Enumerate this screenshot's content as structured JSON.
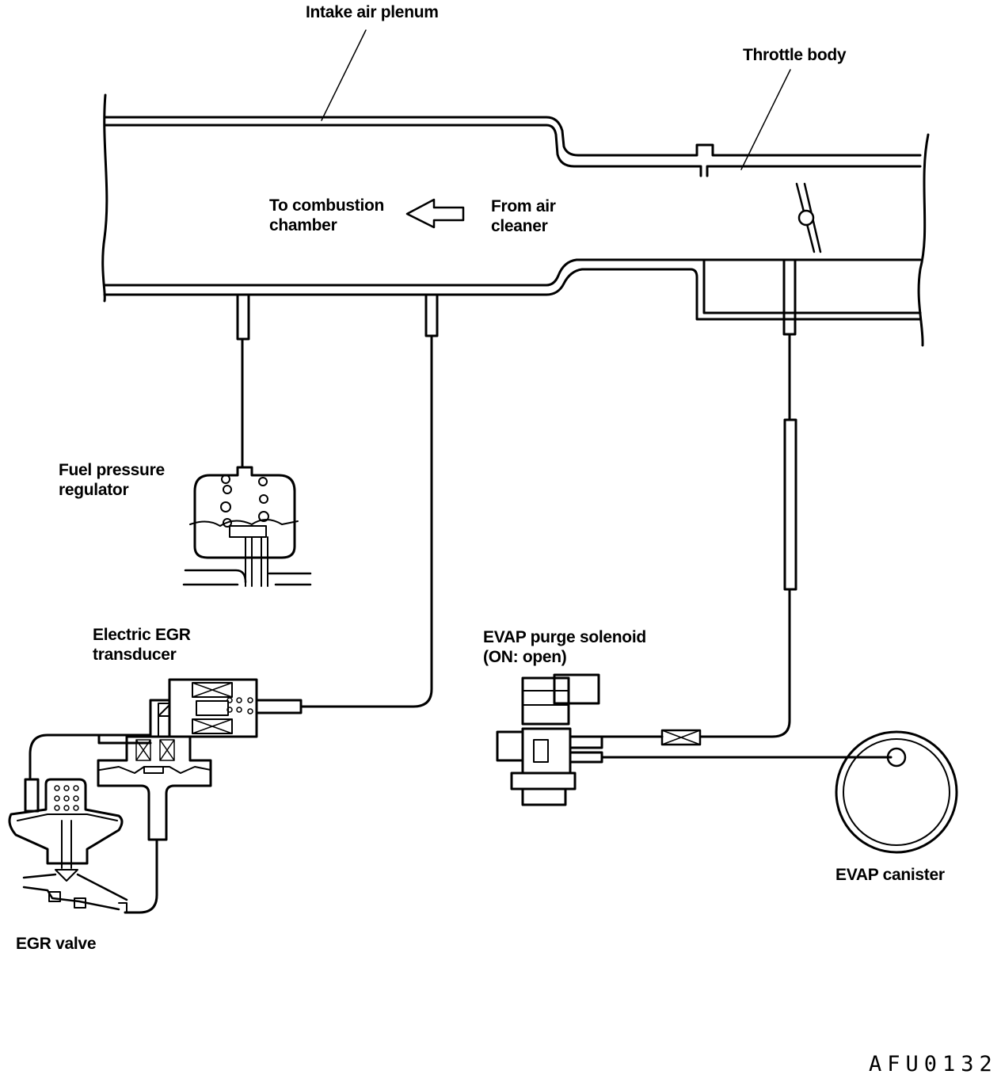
{
  "labels": {
    "intake_plenum": "Intake air plenum",
    "throttle_body": "Throttle body",
    "to_combustion_1": "To combustion",
    "to_combustion_2": "chamber",
    "from_air_1": "From air",
    "from_air_2": "cleaner",
    "fuel_reg_1": "Fuel pressure",
    "fuel_reg_2": "regulator",
    "egr_trans_1": "Electric EGR",
    "egr_trans_2": "transducer",
    "evap_sol_1": "EVAP purge solenoid",
    "evap_sol_2": "(ON: open)",
    "evap_canister": "EVAP canister",
    "egr_valve": "EGR valve"
  },
  "figure_code": "AFU0132"
}
